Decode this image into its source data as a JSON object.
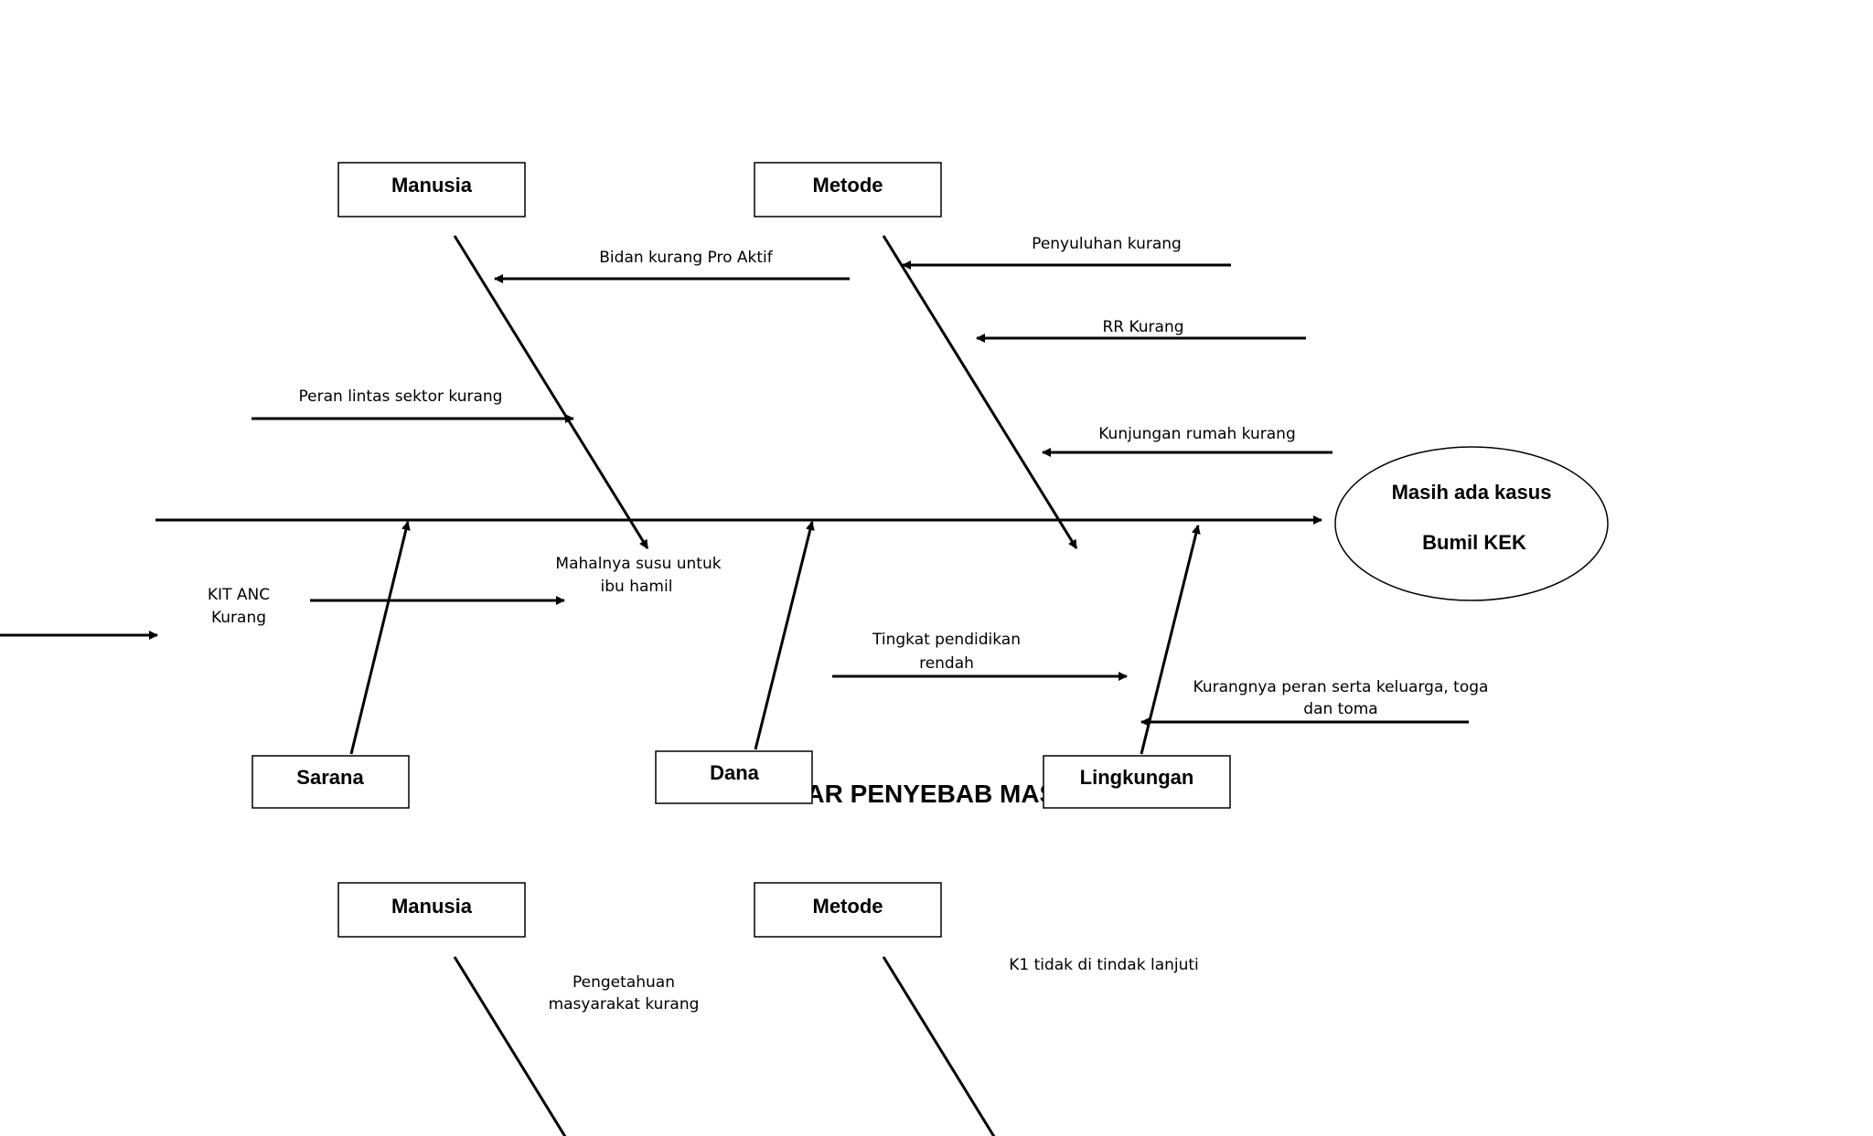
{
  "diagram_top": {
    "categories": {
      "manusia": "Manusia",
      "metode": "Metode",
      "sarana": "Sarana",
      "dana": "Dana",
      "lingkungan": "Lingkungan"
    },
    "head": {
      "line1": "Masih ada kasus",
      "line2": "Bumil KEK"
    },
    "causes": {
      "bidan": "Bidan kurang Pro Aktif",
      "penyuluhan": "Penyuluhan kurang",
      "rr": "RR Kurang",
      "peran_lintas": "Peran lintas sektor kurang",
      "kunjungan": "Kunjungan rumah kurang",
      "susu_1": "Mahalnya susu untuk",
      "susu_2": "ibu hamil",
      "kit_1": "KIT ANC",
      "kit_2": "Kurang",
      "pendidikan_1": "Tingkat pendidikan",
      "pendidikan_2": "rendah",
      "keluarga_1": "Kurangnya peran serta keluarga, toga",
      "keluarga_2": "dan toma"
    }
  },
  "section_title": "AKAR PENYEBAB MASALAH",
  "diagram_bottom": {
    "categories": {
      "manusia": "Manusia",
      "metode": "Metode"
    },
    "causes": {
      "pengetahuan_1": "Pengetahuan",
      "pengetahuan_2": "masyarakat kurang",
      "k1": "K1 tidak di tindak lanjuti"
    }
  }
}
